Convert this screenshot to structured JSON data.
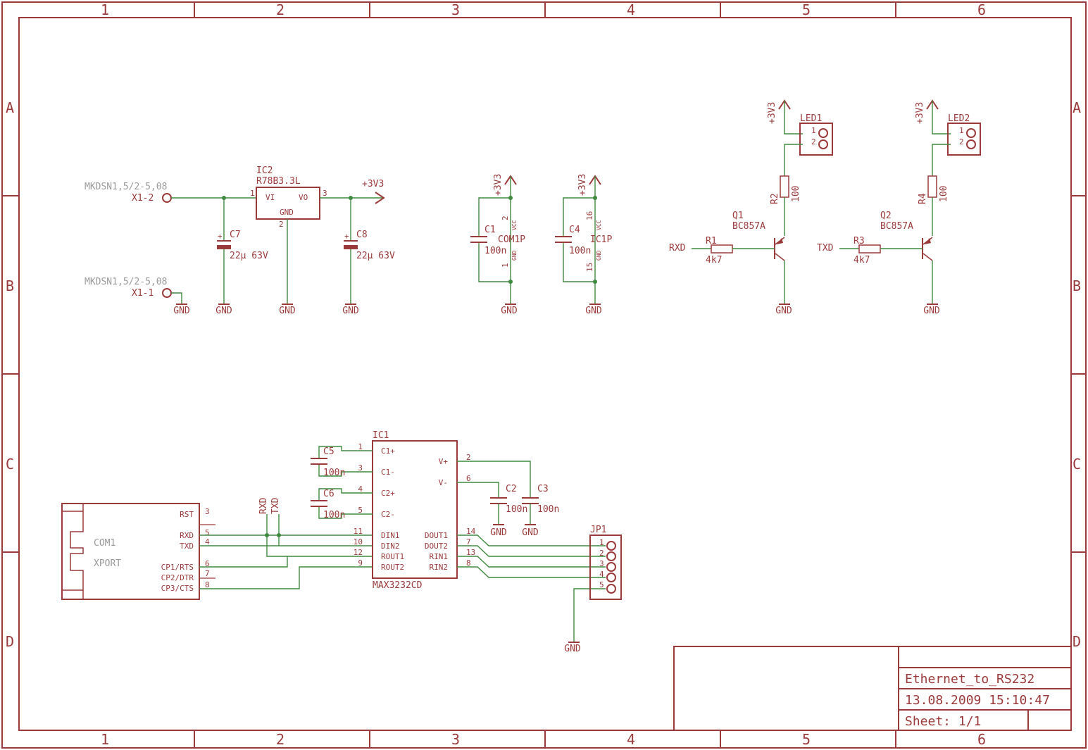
{
  "frame": {
    "columns": [
      "1",
      "2",
      "3",
      "4",
      "5",
      "6"
    ],
    "rows": [
      "A",
      "B",
      "C",
      "D"
    ]
  },
  "title_block": {
    "name": "Ethernet_to_RS232",
    "date": "13.08.2009 15:10:47",
    "sheet": "Sheet: 1/1"
  },
  "net_labels": {
    "gnd": "GND",
    "vcc": "+3V3",
    "rxd": "RXD",
    "txd": "TXD"
  },
  "power": {
    "x1_2": {
      "ref": "X1-2",
      "value": "MKDSN1,5/2-5,08"
    },
    "x1_1": {
      "ref": "X1-1",
      "value": "MKDSN1,5/2-5,08"
    },
    "ic2": {
      "ref": "IC2",
      "value": "R78B3.3L",
      "pin_vi": "VI",
      "pin_vo": "VO",
      "pin_gnd": "GND",
      "pin1": "1",
      "pin2": "2",
      "pin3": "3"
    },
    "c7": {
      "ref": "C7",
      "value": "22µ 63V"
    },
    "c8": {
      "ref": "C8",
      "value": "22µ 63V"
    }
  },
  "supply": {
    "c1": {
      "ref": "C1",
      "value": "100n"
    },
    "com1p": {
      "ref": "COM1P",
      "pin_top": "2",
      "pin_bot": "1",
      "vcc": "VCC",
      "gnd": "GND"
    },
    "c4": {
      "ref": "C4",
      "value": "100n"
    },
    "ic1p": {
      "ref": "IC1P",
      "pin_top": "16",
      "pin_bot": "15",
      "vcc": "VCC",
      "gnd": "GND"
    }
  },
  "leds": {
    "led1": {
      "ref": "LED1",
      "p1": "1",
      "p2": "2"
    },
    "led2": {
      "ref": "LED2",
      "p1": "1",
      "p2": "2"
    },
    "r2": {
      "ref": "R2",
      "value": "100"
    },
    "r4": {
      "ref": "R4",
      "value": "100"
    },
    "q1": {
      "ref": "Q1",
      "value": "BC857A"
    },
    "q2": {
      "ref": "Q2",
      "value": "BC857A"
    },
    "r1": {
      "ref": "R1",
      "value": "4k7"
    },
    "r3": {
      "ref": "R3",
      "value": "4k7"
    }
  },
  "xport": {
    "ref": "COM1",
    "value": "XPORT",
    "pins": [
      {
        "name": "RST",
        "num": "3"
      },
      {
        "name": "RXD",
        "num": "5"
      },
      {
        "name": "TXD",
        "num": "4"
      },
      {
        "name": "CP1/RTS",
        "num": "6"
      },
      {
        "name": "CP2/DTR",
        "num": "7"
      },
      {
        "name": "CP3/CTS",
        "num": "8"
      }
    ]
  },
  "max3232": {
    "ref": "IC1",
    "value": "MAX3232CD",
    "left_pins": [
      {
        "name": "C1+",
        "num": "1"
      },
      {
        "name": "C1-",
        "num": "3"
      },
      {
        "name": "C2+",
        "num": "4"
      },
      {
        "name": "C2-",
        "num": "5"
      },
      {
        "name": "DIN1",
        "num": "11"
      },
      {
        "name": "DIN2",
        "num": "10"
      },
      {
        "name": "ROUT1",
        "num": "12"
      },
      {
        "name": "ROUT2",
        "num": "9"
      }
    ],
    "right_pins": [
      {
        "name": "V+",
        "num": "2"
      },
      {
        "name": "V-",
        "num": "6"
      },
      {
        "name": "DOUT1",
        "num": "14"
      },
      {
        "name": "DOUT2",
        "num": "7"
      },
      {
        "name": "RIN1",
        "num": "13"
      },
      {
        "name": "RIN2",
        "num": "8"
      }
    ],
    "c5": {
      "ref": "C5",
      "value": "100n"
    },
    "c6": {
      "ref": "C6",
      "value": "100n"
    },
    "c2": {
      "ref": "C2",
      "value": "100n"
    },
    "c3": {
      "ref": "C3",
      "value": "100n"
    }
  },
  "jp1": {
    "ref": "JP1",
    "pins": [
      "1",
      "2",
      "3",
      "4",
      "5"
    ]
  }
}
